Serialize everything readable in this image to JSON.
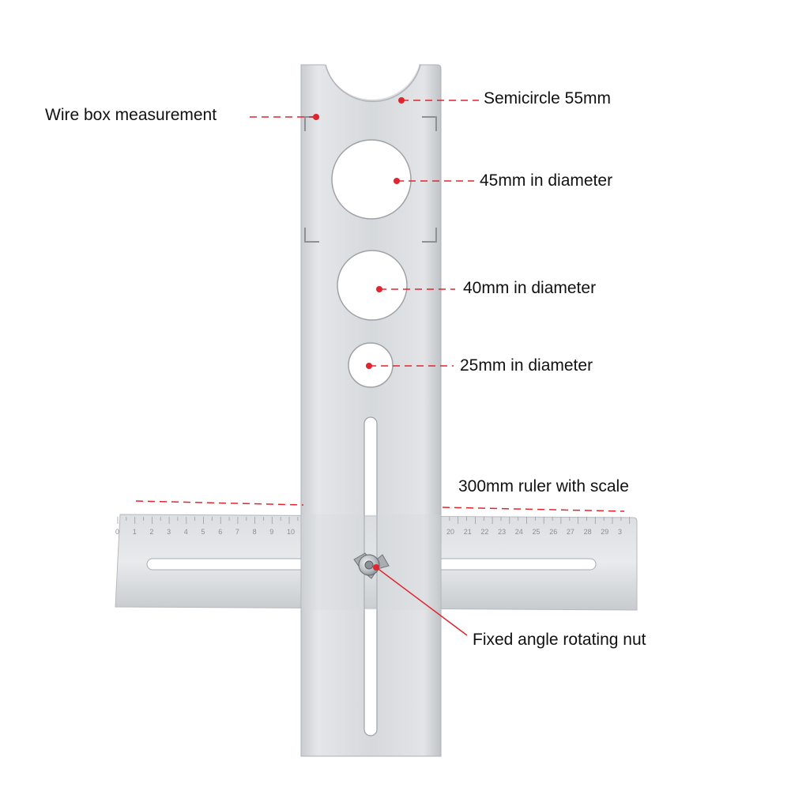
{
  "callouts": {
    "wire_box": "Wire box measurement",
    "semicircle": "Semicircle 55mm",
    "hole_45": "45mm in diameter",
    "hole_40": "40mm in diameter",
    "hole_25": "25mm in diameter",
    "ruler": "300mm ruler with scale",
    "nut": "Fixed angle rotating nut"
  },
  "ruler_numbers": [
    "0",
    "1",
    "2",
    "3",
    "4",
    "5",
    "6",
    "7",
    "8",
    "9",
    "10",
    "20",
    "21",
    "22",
    "23",
    "24",
    "25",
    "26",
    "27",
    "28",
    "29",
    "3"
  ],
  "colors": {
    "pointer": "#e0252e",
    "metal_light": "#e6e8ea",
    "metal_dark": "#b9bdc1",
    "text": "#111111"
  }
}
